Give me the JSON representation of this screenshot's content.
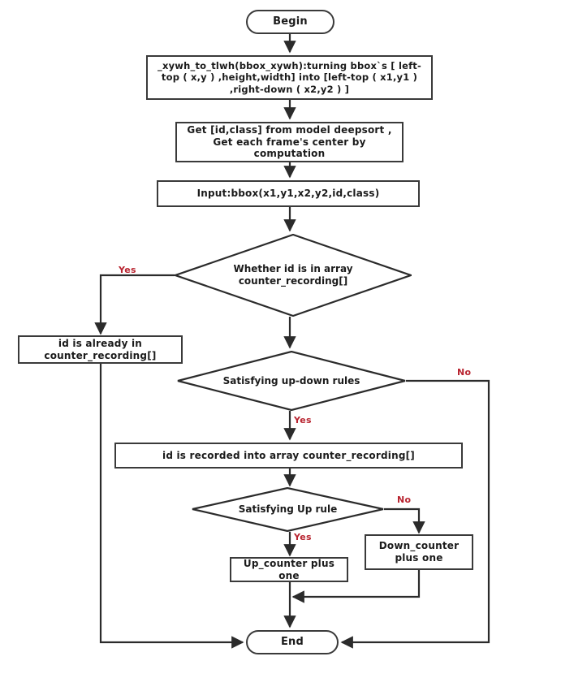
{
  "diagram": {
    "title": "Vehicle counting flowchart (deepsort up-down counter)",
    "colors": {
      "stroke": "#3a3a3a",
      "text": "#1b1b1b",
      "label": "#b8232f",
      "background": "#ffffff"
    },
    "nodes": [
      {
        "id": "begin",
        "type": "terminator",
        "label": "Begin"
      },
      {
        "id": "xywh",
        "type": "process",
        "label": "_xywh_to_tlwh(bbox_xywh):turning bbox`s [ left-top ( x,y ) ,height,width] into [left-top ( x1,y1 ) ,right-down ( x2,y2 ) ]"
      },
      {
        "id": "getid",
        "type": "process",
        "label": "Get [id,class] from model deepsort , Get each frame's center by computation"
      },
      {
        "id": "input",
        "type": "process",
        "label": "Input:bbox(x1,y1,x2,y2,id,class)"
      },
      {
        "id": "whether_in",
        "type": "decision",
        "label": "Whether id is in array counter_recording[]"
      },
      {
        "id": "already_in",
        "type": "process",
        "label": "id is already in counter_recording[]"
      },
      {
        "id": "updown_rules",
        "type": "decision",
        "label": "Satisfying up-down rules"
      },
      {
        "id": "recorded",
        "type": "process",
        "label": "id is recorded into array counter_recording[]"
      },
      {
        "id": "up_rule",
        "type": "decision",
        "label": "Satisfying Up rule"
      },
      {
        "id": "up_counter",
        "type": "process",
        "label": "Up_counter plus one"
      },
      {
        "id": "down_counter",
        "type": "process",
        "label": "Down_counter plus one"
      },
      {
        "id": "end",
        "type": "terminator",
        "label": "End"
      }
    ],
    "edge_labels": [
      {
        "id": "yes-whether-in",
        "text": "Yes",
        "from": "whether_in",
        "to": "already_in"
      },
      {
        "id": "no-updown",
        "text": "No",
        "from": "updown_rules",
        "to": "end"
      },
      {
        "id": "yes-updown",
        "text": "Yes",
        "from": "updown_rules",
        "to": "recorded"
      },
      {
        "id": "no-up-rule",
        "text": "No",
        "from": "up_rule",
        "to": "down_counter"
      },
      {
        "id": "yes-up-rule",
        "text": "Yes",
        "from": "up_rule",
        "to": "up_counter"
      }
    ]
  }
}
